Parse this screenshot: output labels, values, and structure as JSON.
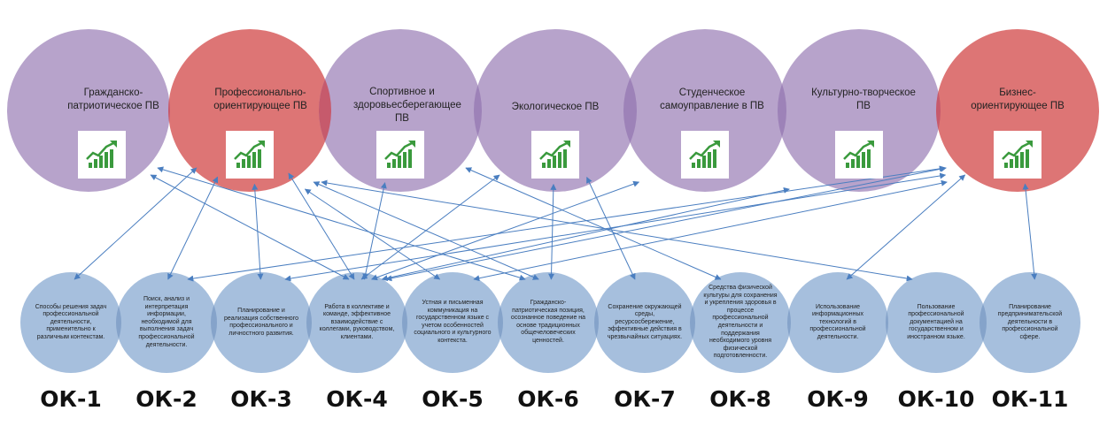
{
  "colors": {
    "top_purple": "#b7a3cb",
    "top_red": "#dd7575",
    "overlap_purple": "#9d82b8",
    "overlap_red": "#c65a6c",
    "bottom_fill": "#a6bfdd",
    "bottom_overlap": "#85a3ca",
    "arrow": "#4a7ec0",
    "chart_icon": "#3a9a3d"
  },
  "icon_name": "growth-chart-icon",
  "top_circles": [
    {
      "id": "civic",
      "label": "Гражданско-патриотическое ПВ",
      "color": "purple"
    },
    {
      "id": "professional",
      "label": "Профессионально-ориентирующее ПВ",
      "color": "red"
    },
    {
      "id": "sport",
      "label": "Спортивное и здоровьесберегающее ПВ",
      "color": "purple"
    },
    {
      "id": "eco",
      "label": "Экологическое ПВ",
      "color": "purple"
    },
    {
      "id": "student",
      "label": "Студенческое самоуправление в ПВ",
      "color": "purple"
    },
    {
      "id": "culture",
      "label": "Культурно-творческое ПВ",
      "color": "purple"
    },
    {
      "id": "business",
      "label": "Бизнес-ориентирующее ПВ",
      "color": "red"
    }
  ],
  "bottom_circles": [
    {
      "code": "ОК-1",
      "text": "Способы решения задач профессиональной деятельности, применительно к различным контекстам."
    },
    {
      "code": "ОК-2",
      "text": "Поиск, анализ и интерпретация информации, необходимой для выполнения задач профессиональной деятельности."
    },
    {
      "code": "ОК-3",
      "text": "Планирование и реализация собственного профессионального и личностного развития."
    },
    {
      "code": "ОК-4",
      "text": "Работа в коллективе и команде, эффективное взаимодействие с коллегами, руководством, клиентами."
    },
    {
      "code": "ОК-5",
      "text": "Устная и письменная коммуникация на государственном языке с учетом особенностей социального и культурного контекста."
    },
    {
      "code": "ОК-6",
      "text": "Гражданско-патриотическая позиция, осознанное поведение на основе традиционных общечеловеческих ценностей."
    },
    {
      "code": "ОК-7",
      "text": "Сохранение окружающей среды, ресурсосбережение, эффективные действия в чрезвычайных ситуациях."
    },
    {
      "code": "ОК-8",
      "text": "Средства физической культуры для сохранения и укрепления здоровья в процессе профессиональной деятельности и поддержания необходимого уровня физической подготовленности."
    },
    {
      "code": "ОК-9",
      "text": "Использование информационных технологий в профессиональной деятельности."
    },
    {
      "code": "ОК-10",
      "text": "Пользование профессиональной документацией на государственном и иностранном языке."
    },
    {
      "code": "ОК-11",
      "text": "Планирование предпринимательской деятельности в профессиональной сфере."
    }
  ],
  "links": [
    [
      "ОК-1",
      "Профессионально-ориентирующее ПВ"
    ],
    [
      "ОК-2",
      "Профессионально-ориентирующее ПВ"
    ],
    [
      "ОК-3",
      "Профессионально-ориентирующее ПВ"
    ],
    [
      "ОК-4",
      "Профессионально-ориентирующее ПВ"
    ],
    [
      "ОК-4",
      "Спортивное и здоровьесберегающее ПВ"
    ],
    [
      "ОК-4",
      "Экологическое ПВ"
    ],
    [
      "ОК-4",
      "Студенческое самоуправление в ПВ"
    ],
    [
      "ОК-4",
      "Культурно-творческое ПВ"
    ],
    [
      "ОК-4",
      "Бизнес-ориентирующее ПВ"
    ],
    [
      "ОК-4",
      "Гражданско-патриотическое ПВ"
    ],
    [
      "ОК-5",
      "Бизнес-ориентирующее ПВ"
    ],
    [
      "ОК-5",
      "Профессионально-ориентирующее ПВ"
    ],
    [
      "ОК-6",
      "Гражданско-патриотическое ПВ"
    ],
    [
      "ОК-6",
      "Экологическое ПВ"
    ],
    [
      "ОК-6",
      "Профессионально-ориентирующее ПВ"
    ],
    [
      "ОК-7",
      "Экологическое ПВ"
    ],
    [
      "ОК-8",
      "Спортивное и здоровьесберегающее ПВ"
    ],
    [
      "ОК-9",
      "Бизнес-ориентирующее ПВ"
    ],
    [
      "ОК-10",
      "Профессионально-ориентирующее ПВ"
    ],
    [
      "ОК-11",
      "Бизнес-ориентирующее ПВ"
    ],
    [
      "ОК-2",
      "Бизнес-ориентирующее ПВ"
    ],
    [
      "ОК-3",
      "Бизнес-ориентирующее ПВ"
    ]
  ]
}
